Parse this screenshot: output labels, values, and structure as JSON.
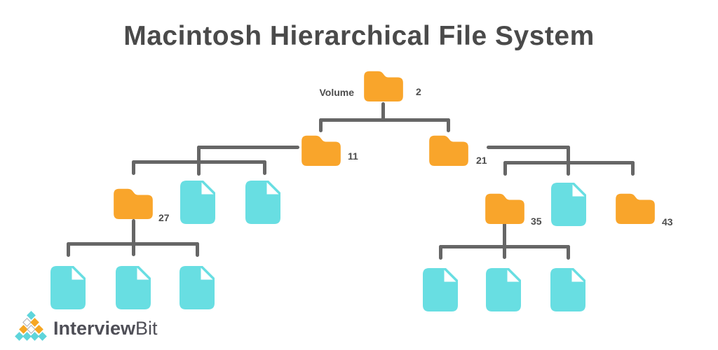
{
  "title": "Macintosh Hierarchical File System",
  "labels": {
    "root_name": "Volume",
    "root_id": "2",
    "left_dir_id": "11",
    "right_dir_id": "21",
    "left_subdir_id": "27",
    "right_subdir_id": "35",
    "right_subdir2_id": "43"
  },
  "hierarchy": {
    "type": "folder",
    "name": "Volume",
    "id": "2",
    "children": [
      {
        "type": "folder",
        "id": "11",
        "children": [
          {
            "type": "folder",
            "id": "27",
            "children": [
              {
                "type": "file"
              },
              {
                "type": "file"
              },
              {
                "type": "file"
              }
            ]
          },
          {
            "type": "file"
          },
          {
            "type": "file"
          }
        ]
      },
      {
        "type": "folder",
        "id": "21",
        "children": [
          {
            "type": "folder",
            "id": "35",
            "children": [
              {
                "type": "file"
              },
              {
                "type": "file"
              },
              {
                "type": "file"
              }
            ]
          },
          {
            "type": "file"
          },
          {
            "type": "folder",
            "id": "43",
            "children": []
          }
        ]
      }
    ]
  },
  "colors": {
    "folder": "#F9A52B",
    "document": "#68DEE2",
    "connector": "#666666",
    "heading": "#4A4A4A",
    "label": "#4D4D4D",
    "logo_text": "#4F4F57",
    "logo_cyan": "#5ED5DB",
    "logo_orange": "#F5A623",
    "logo_outline": "#ABABB2"
  },
  "logo": {
    "brand_bold": "Interview",
    "brand_light": "Bit",
    "diamond_rows": [
      [
        "cyan"
      ],
      [
        "white",
        "orange"
      ],
      [
        "orange",
        "white",
        "orange"
      ],
      [
        "cyan",
        "cyan",
        "cyan",
        "cyan"
      ]
    ]
  }
}
